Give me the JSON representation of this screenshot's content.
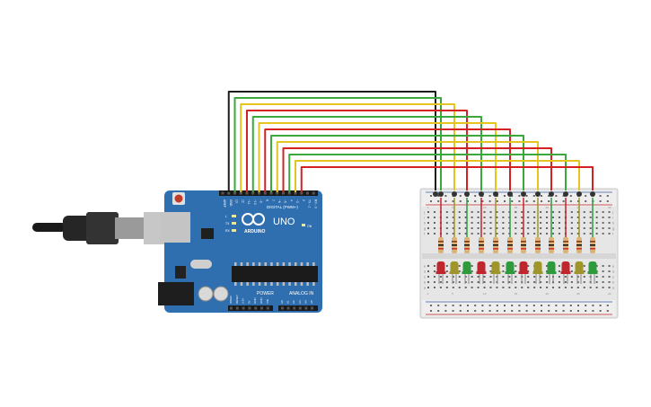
{
  "arduino": {
    "brand": "ARDUINO",
    "model": "UNO",
    "section_digital": "DIGITAL (PWM~)",
    "section_power": "POWER",
    "section_analog": "ANALOG IN",
    "pin_labels_digital": [
      "AREF",
      "GND",
      "13",
      "12",
      "~11",
      "~10",
      "~9",
      "8",
      "7",
      "~6",
      "~5",
      "4",
      "~3",
      "2",
      "TX→1",
      "RX←0"
    ],
    "pin_labels_power": [
      "IOREF",
      "RESET",
      "3.3V",
      "5V",
      "GND",
      "GND",
      "VIN"
    ],
    "pin_labels_analog": [
      "A0",
      "A1",
      "A2",
      "A3",
      "A4",
      "A5"
    ],
    "led_labels": [
      "L",
      "TX",
      "RX"
    ],
    "on_label": "ON",
    "board_color": "#2f6fb0"
  },
  "breadboard": {
    "row_letters_top": [
      "j",
      "i",
      "h",
      "g",
      "f"
    ],
    "row_letters_bottom": [
      "e",
      "d",
      "c",
      "b",
      "a"
    ],
    "column_numbers": [
      "1",
      "5",
      "10",
      "15",
      "20",
      "25",
      "30"
    ]
  },
  "leds": {
    "colors": [
      "red",
      "olive",
      "green",
      "red",
      "olive",
      "green",
      "red",
      "olive",
      "green",
      "red",
      "olive",
      "green"
    ],
    "palette": {
      "red": "#c0262d",
      "olive": "#a0952a",
      "green": "#2f9a3c"
    }
  },
  "wires": {
    "order": [
      "black",
      "green",
      "yellow",
      "red",
      "green",
      "yellow",
      "red",
      "green",
      "yellow",
      "red",
      "green",
      "yellow",
      "red"
    ],
    "palette": {
      "black": "#1c1c1c",
      "green": "#3aa83a",
      "yellow": "#e6c41f",
      "red": "#d42222"
    }
  }
}
